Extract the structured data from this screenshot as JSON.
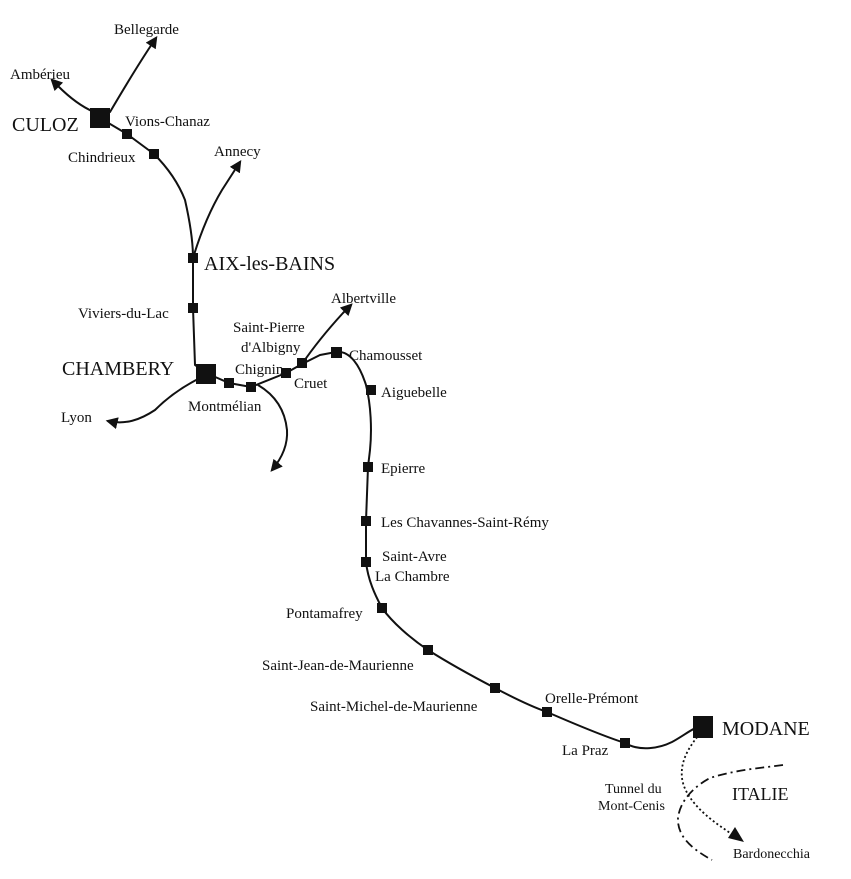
{
  "map": {
    "major_stations": {
      "culoz": "CULOZ",
      "aix_les_bains": "AIX-les-BAINS",
      "chambery": "CHAMBERY",
      "modane": "MODANE"
    },
    "stations": {
      "vions_chanaz": "Vions-Chanaz",
      "chindrieux": "Chindrieux",
      "viviers_du_lac": "Viviers-du-Lac",
      "chignin": "Chignin",
      "montmelian": "Montmélian",
      "cruet": "Cruet",
      "saint_pierre_1": "Saint-Pierre",
      "saint_pierre_2": "d'Albigny",
      "chamousset": "Chamousset",
      "aiguebelle": "Aiguebelle",
      "epierre": "Epierre",
      "les_chavannes": "Les Chavannes-Saint-Rémy",
      "saint_avre": "Saint-Avre",
      "la_chambre": "La Chambre",
      "pontamafrey": "Pontamafrey",
      "saint_jean": "Saint-Jean-de-Maurienne",
      "saint_michel": "Saint-Michel-de-Maurienne",
      "orelle": "Orelle-Prémont",
      "la_praz": "La Praz"
    },
    "destinations": {
      "bellegarde": "Bellegarde",
      "amberieu": "Ambérieu",
      "annecy": "Annecy",
      "albertville": "Albertville",
      "lyon": "Lyon",
      "bardonecchia": "Bardonecchia"
    },
    "tunnel": {
      "line1": "Tunnel du",
      "line2": "Mont-Cenis"
    },
    "country": "ITALIE"
  }
}
